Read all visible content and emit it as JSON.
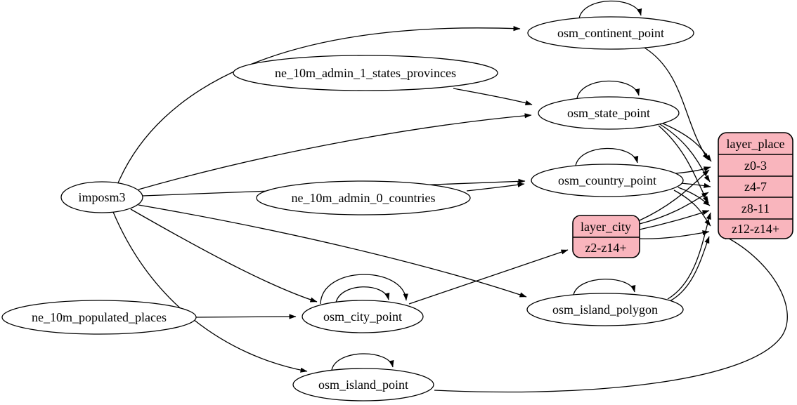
{
  "diagram_type": "etl-graph",
  "colors": {
    "background": "#ffffff",
    "edge_stroke": "#000000",
    "ellipse_fill": "#ffffff",
    "record_fill": "#f9b5bd",
    "text": "#000000"
  },
  "nodes": {
    "imposm3": {
      "type": "ellipse",
      "label": "imposm3"
    },
    "ne_10m_admin_1_states_provinces": {
      "type": "ellipse",
      "label": "ne_10m_admin_1_states_provinces"
    },
    "ne_10m_admin_0_countries": {
      "type": "ellipse",
      "label": "ne_10m_admin_0_countries"
    },
    "ne_10m_populated_places": {
      "type": "ellipse",
      "label": "ne_10m_populated_places"
    },
    "osm_continent_point": {
      "type": "ellipse",
      "label": "osm_continent_point"
    },
    "osm_state_point": {
      "type": "ellipse",
      "label": "osm_state_point"
    },
    "osm_country_point": {
      "type": "ellipse",
      "label": "osm_country_point"
    },
    "osm_city_point": {
      "type": "ellipse",
      "label": "osm_city_point"
    },
    "osm_island_polygon": {
      "type": "ellipse",
      "label": "osm_island_polygon"
    },
    "osm_island_point": {
      "type": "ellipse",
      "label": "osm_island_point"
    },
    "layer_city": {
      "type": "record",
      "title": "layer_city",
      "rows": {
        "r0": "z2-z14+"
      }
    },
    "layer_place": {
      "type": "record",
      "title": "layer_place",
      "rows": {
        "r0": "z0-3",
        "r1": "z4-7",
        "r2": "z8-11",
        "r3": "z12-z14+"
      }
    }
  },
  "edges": [
    {
      "from": "imposm3",
      "to": "osm_continent_point"
    },
    {
      "from": "imposm3",
      "to": "osm_state_point"
    },
    {
      "from": "imposm3",
      "to": "osm_country_point"
    },
    {
      "from": "imposm3",
      "to": "osm_city_point"
    },
    {
      "from": "imposm3",
      "to": "osm_island_polygon"
    },
    {
      "from": "imposm3",
      "to": "osm_island_point"
    },
    {
      "from": "ne_10m_admin_1_states_provinces",
      "to": "osm_state_point"
    },
    {
      "from": "ne_10m_admin_0_countries",
      "to": "osm_country_point"
    },
    {
      "from": "ne_10m_populated_places",
      "to": "osm_city_point"
    },
    {
      "from": "osm_continent_point",
      "to": "osm_continent_point",
      "self_loop": true
    },
    {
      "from": "osm_state_point",
      "to": "osm_state_point",
      "self_loop": true
    },
    {
      "from": "osm_country_point",
      "to": "osm_country_point",
      "self_loop": true
    },
    {
      "from": "osm_city_point",
      "to": "osm_city_point",
      "self_loop": true
    },
    {
      "from": "osm_city_point",
      "to": "osm_city_point",
      "self_loop": true
    },
    {
      "from": "osm_island_polygon",
      "to": "osm_island_polygon",
      "self_loop": true
    },
    {
      "from": "osm_island_point",
      "to": "osm_island_point",
      "self_loop": true
    },
    {
      "from": "osm_city_point",
      "to": "layer_city",
      "to_port": "z2-z14+"
    },
    {
      "from": "osm_continent_point",
      "to": "layer_place",
      "to_port": "z0-3"
    },
    {
      "from": "osm_state_point",
      "to": "layer_place",
      "to_port": "z0-3"
    },
    {
      "from": "osm_state_point",
      "to": "layer_place",
      "to_port": "z4-7"
    },
    {
      "from": "osm_state_point",
      "to": "layer_place",
      "to_port": "z8-11"
    },
    {
      "from": "osm_country_point",
      "to": "layer_place",
      "to_port": "z0-3"
    },
    {
      "from": "osm_country_point",
      "to": "layer_place",
      "to_port": "z4-7"
    },
    {
      "from": "osm_country_point",
      "to": "layer_place",
      "to_port": "z8-11"
    },
    {
      "from": "osm_country_point",
      "to": "layer_place",
      "to_port": "z12-z14+"
    },
    {
      "from": "layer_city",
      "to": "layer_place",
      "to_port": "z0-3"
    },
    {
      "from": "layer_city",
      "to": "layer_place",
      "to_port": "z4-7"
    },
    {
      "from": "layer_city",
      "to": "layer_place",
      "to_port": "z8-11"
    },
    {
      "from": "layer_city",
      "to": "layer_place",
      "to_port": "z12-z14+"
    },
    {
      "from": "osm_island_polygon",
      "to": "layer_place",
      "to_port": "z8-11"
    },
    {
      "from": "osm_island_polygon",
      "to": "layer_place",
      "to_port": "z12-z14+"
    },
    {
      "from": "osm_island_point",
      "to": "layer_place",
      "to_port": "z12-z14+"
    }
  ]
}
